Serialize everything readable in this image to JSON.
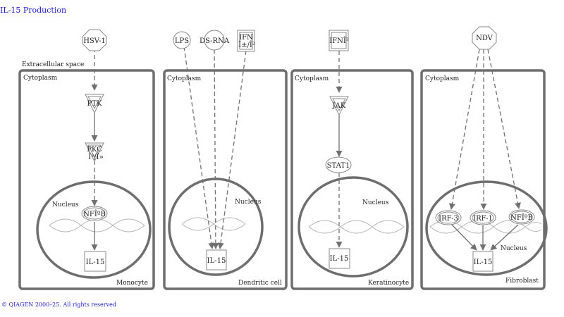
{
  "title": "IL-15 Production",
  "footer": "© QIAGEN 2000–25. All rights reserved",
  "extracellular_label": "Extracellular space",
  "panels": [
    {
      "cytoplasm": "Cytoplasm",
      "nucleus": "Nucleus",
      "cell_type": "Monocyte"
    },
    {
      "cytoplasm": "Cytoplasm",
      "nucleus": "Nucleus",
      "cell_type": "Dendritic cell"
    },
    {
      "cytoplasm": "Cytoplasm",
      "nucleus": "Nucleus",
      "cell_type": "Keratinocyte"
    },
    {
      "cytoplasm": "Cytoplasm",
      "nucleus": "Nucleus",
      "cell_type": "Fibroblast"
    }
  ],
  "nodes": {
    "hsv1": "HSV-1",
    "ptk": "PTK",
    "pkc_1": "PKC",
    "pkc_2": "Î³/Î»",
    "nfkb_mono": "NFÎºB",
    "il15_mono": "IL-15",
    "lps": "LPS",
    "dsrna": "DS-RNA",
    "ifn_ab_1": "IFN",
    "ifn_ab_2": "Î±/Î²",
    "il15_dc": "IL-15",
    "ifng": "IFNÎ³",
    "jak": "JAK",
    "stat1": "STAT1",
    "il15_ker": "IL-15",
    "ndv": "NDV",
    "irf3": "IRF-3",
    "irf1": "IRF-1",
    "nfkb_fib": "NFÎºB",
    "il15_fib": "IL-15"
  },
  "colors": {
    "link": "#1a1acc",
    "border": "#6e6e6e",
    "edge": "#707070"
  }
}
